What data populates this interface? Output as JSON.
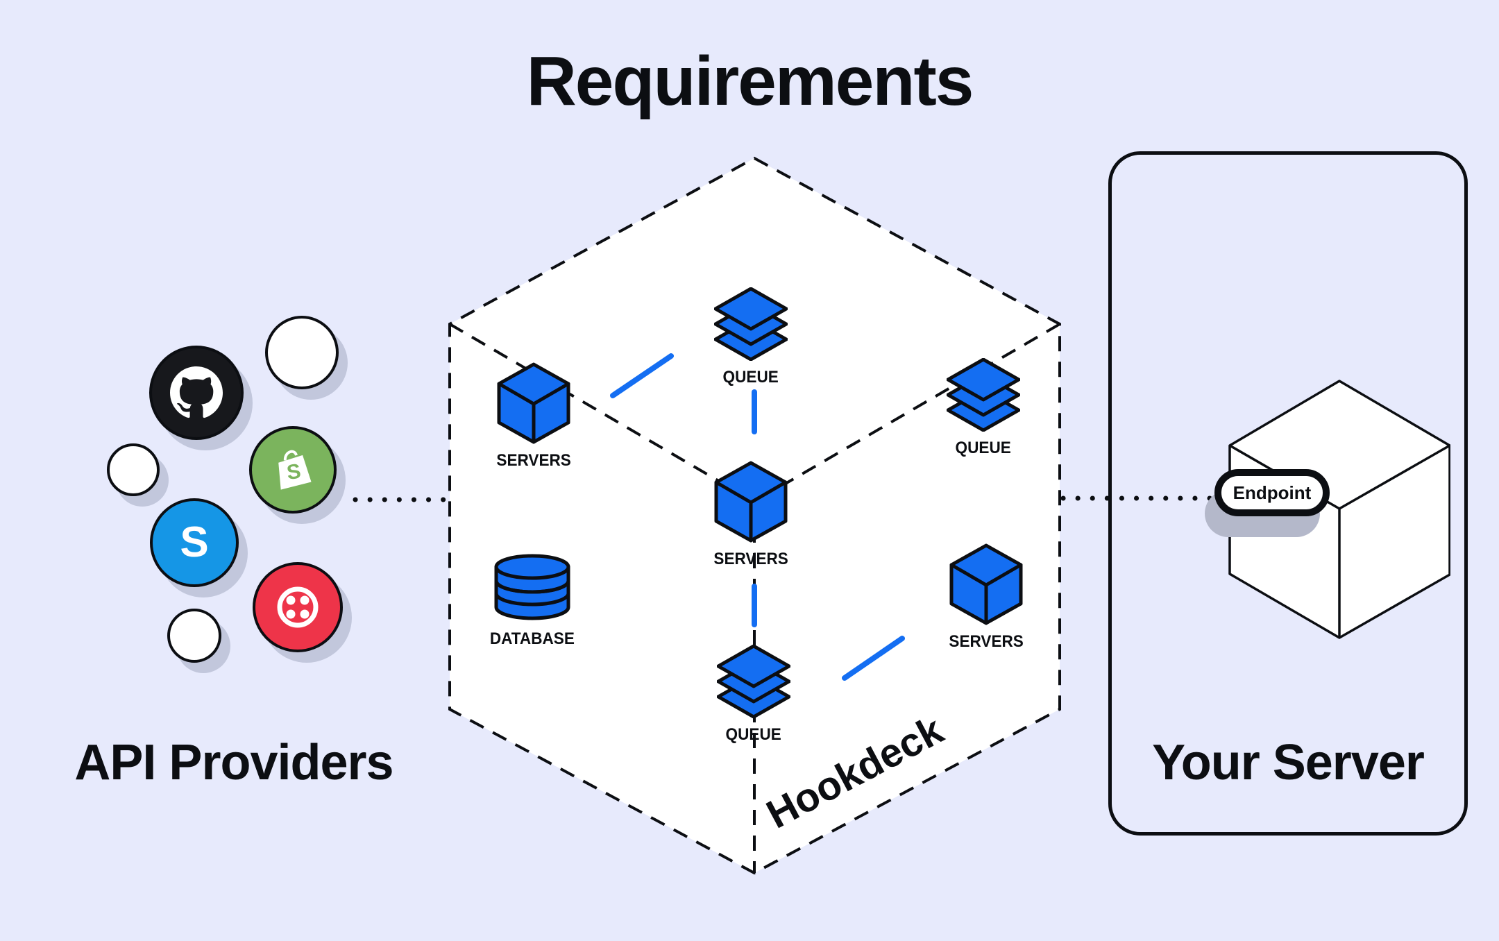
{
  "title": "Requirements",
  "colors": {
    "bg": "#e7eafc",
    "ink": "#0c0e12",
    "blue": "#146ef2",
    "shadow": "#c2c7dc",
    "pill-shadow": "#b4b8ca",
    "github": "#17181c",
    "shopify": "#7bb45d",
    "stripe": "#1596e6",
    "twilio": "#ee3449"
  },
  "api_providers": {
    "label": "API Providers",
    "items": [
      {
        "icon": "github-icon"
      },
      {
        "icon": "blank-circle-large"
      },
      {
        "icon": "blank-circle-small"
      },
      {
        "icon": "shopify-bag-icon",
        "logo_text": "S"
      },
      {
        "icon": "stripe-s-icon",
        "logo_text": "S"
      },
      {
        "icon": "twilio-ring-icon"
      },
      {
        "icon": "blank-circle-small"
      }
    ]
  },
  "hexagon": {
    "label": "Hookdeck",
    "nodes": [
      {
        "id": "servers-left",
        "icon": "server-cube-icon",
        "label": "SERVERS"
      },
      {
        "id": "queue-top",
        "icon": "queue-stack-icon",
        "label": "QUEUE"
      },
      {
        "id": "queue-right",
        "icon": "queue-stack-icon",
        "label": "QUEUE"
      },
      {
        "id": "servers-center",
        "icon": "server-cube-icon",
        "label": "SERVERS"
      },
      {
        "id": "database",
        "icon": "database-cylinder-icon",
        "label": "DATABASE"
      },
      {
        "id": "servers-right",
        "icon": "server-cube-icon",
        "label": "SERVERS"
      },
      {
        "id": "queue-bottom",
        "icon": "queue-stack-icon",
        "label": "QUEUE"
      }
    ]
  },
  "server_panel": {
    "label": "Your Server",
    "endpoint_label": "Endpoint"
  }
}
